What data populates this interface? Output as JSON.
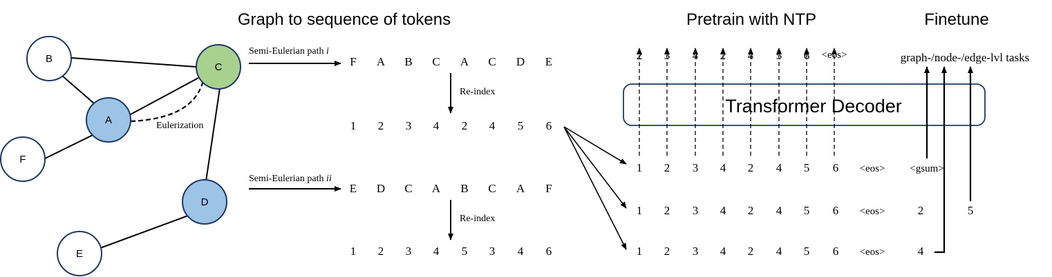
{
  "colors": {
    "node_plain": "#ffffff",
    "node_c": "#a9d18e",
    "node_blue": "#9dc3e6",
    "stroke": "#1f3864",
    "line": "#000000"
  },
  "sections": {
    "graph_to_tokens": "Graph to sequence of tokens",
    "pretrain": "Pretrain with NTP",
    "finetune": "Finetune"
  },
  "graph": {
    "nodes": [
      {
        "id": "B",
        "label": "B",
        "fill": "plain"
      },
      {
        "id": "C",
        "label": "C",
        "fill": "c"
      },
      {
        "id": "A",
        "label": "A",
        "fill": "blue"
      },
      {
        "id": "F",
        "label": "F",
        "fill": "plain"
      },
      {
        "id": "D",
        "label": "D",
        "fill": "blue"
      },
      {
        "id": "E",
        "label": "E",
        "fill": "plain"
      }
    ],
    "edges": [
      [
        "B",
        "C"
      ],
      [
        "B",
        "A"
      ],
      [
        "A",
        "C"
      ],
      [
        "A",
        "F"
      ],
      [
        "C",
        "D"
      ],
      [
        "D",
        "E"
      ]
    ],
    "eulerization_edge": [
      "A",
      "C"
    ],
    "eulerization_label": "Eulerization"
  },
  "paths": {
    "path_i_label": "Semi-Eulerian path",
    "path_i_suffix": "i",
    "path_ii_label": "Semi-Eulerian path",
    "path_ii_suffix": "ii",
    "reindex_label": "Re-index",
    "seq_i": [
      "F",
      "A",
      "B",
      "C",
      "A",
      "C",
      "D",
      "E"
    ],
    "seq_i_reindexed": [
      "1",
      "2",
      "3",
      "4",
      "2",
      "4",
      "5",
      "6"
    ],
    "seq_ii": [
      "E",
      "D",
      "C",
      "A",
      "B",
      "C",
      "A",
      "F"
    ],
    "seq_ii_reindexed": [
      "1",
      "2",
      "3",
      "4",
      "5",
      "3",
      "4",
      "6"
    ]
  },
  "pretrain": {
    "decoder_label": "Transformer Decoder",
    "output_tokens": [
      "2",
      "3",
      "4",
      "2",
      "4",
      "5",
      "6",
      "<eos>"
    ],
    "input_row_1": [
      "1",
      "2",
      "3",
      "4",
      "2",
      "4",
      "5",
      "6",
      "<eos>"
    ],
    "input_row_2": [
      "1",
      "2",
      "3",
      "4",
      "2",
      "4",
      "5",
      "6",
      "<eos>"
    ],
    "input_row_3": [
      "1",
      "2",
      "3",
      "4",
      "2",
      "4",
      "5",
      "6",
      "<eos>"
    ]
  },
  "finetune": {
    "task_label": "graph-/node-/edge-lvl tasks",
    "gsum_token": "<gsum>",
    "row2_extra": [
      "2",
      "5"
    ],
    "row3_extra": [
      "4"
    ]
  }
}
